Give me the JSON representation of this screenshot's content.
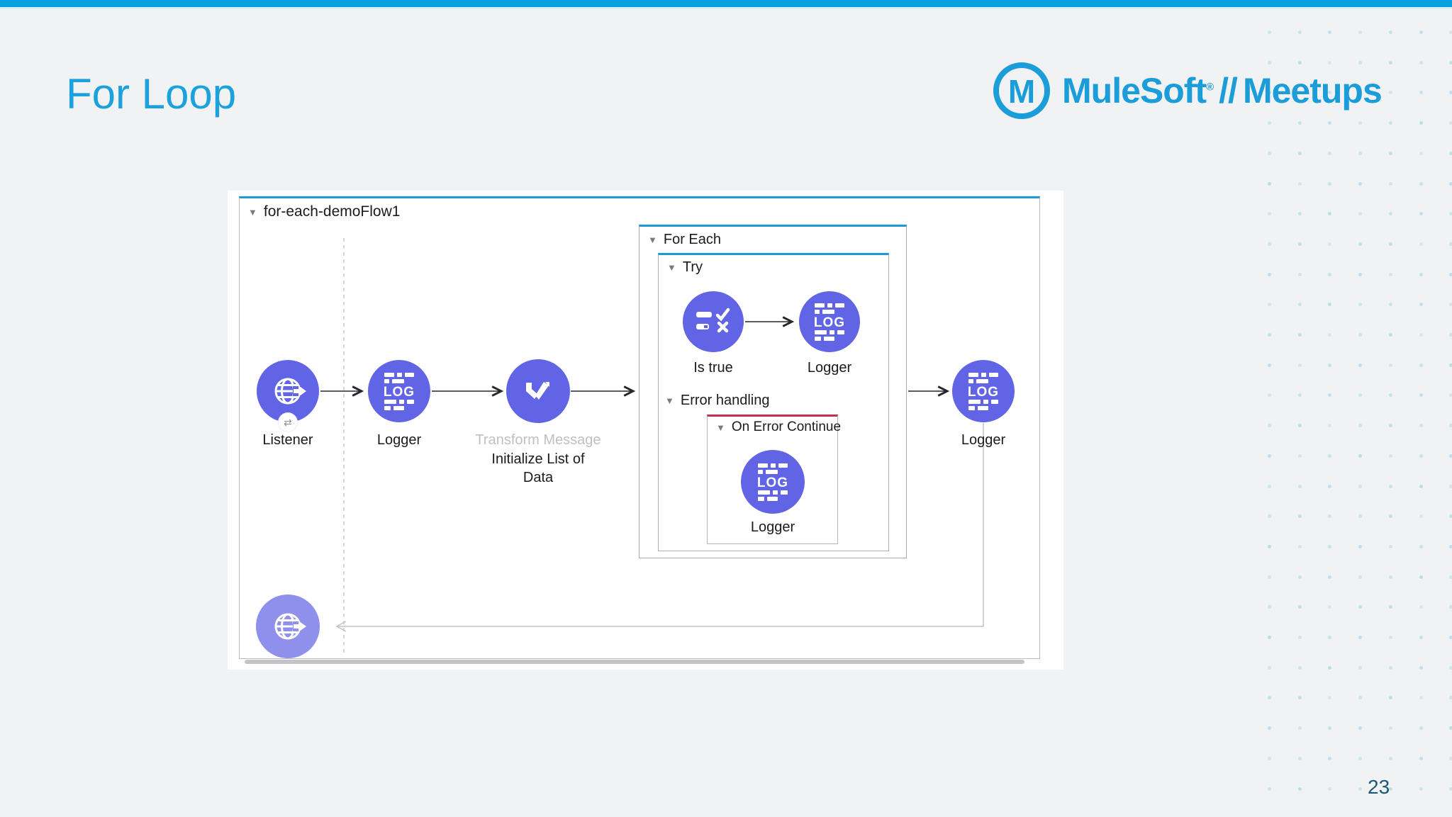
{
  "slide": {
    "title": "For Loop",
    "page_number": "23"
  },
  "logo": {
    "monogram": "M",
    "brand": "MuleSoft",
    "registered": "®",
    "slashes": "//",
    "product": "Meetups"
  },
  "ui": {
    "collapse_arrow": "▼"
  },
  "flow": {
    "name": "for-each-demoFlow1",
    "logger_icon_text": "LOG",
    "scopes": {
      "for_each": "For Each",
      "try": "Try",
      "error_handling": "Error handling",
      "on_error_continue": "On Error Continue"
    },
    "nodes": {
      "listener": {
        "label": "Listener",
        "badge": "⇄"
      },
      "logger1": {
        "label": "Logger"
      },
      "transform": {
        "title": "Transform Message",
        "name_line1": "Initialize List of",
        "name_line2": "Data"
      },
      "is_true": {
        "label": "Is true"
      },
      "logger2": {
        "label": "Logger"
      },
      "logger3": {
        "label": "Logger"
      },
      "logger4": {
        "label": "Logger"
      }
    }
  },
  "colors": {
    "top_bar": "#08A0DE",
    "title_blue": "#1BA1DC",
    "brand_blue": "#1B9DD9",
    "scope_blue": "#189BD7",
    "error_red": "#C2304E",
    "node_purple": "#6164E4",
    "node_purple_light": "#8F90EC",
    "page_number": "#1B5A77",
    "dot_blue": "#B5D8EA",
    "dot_teal": "#A9DECC"
  }
}
